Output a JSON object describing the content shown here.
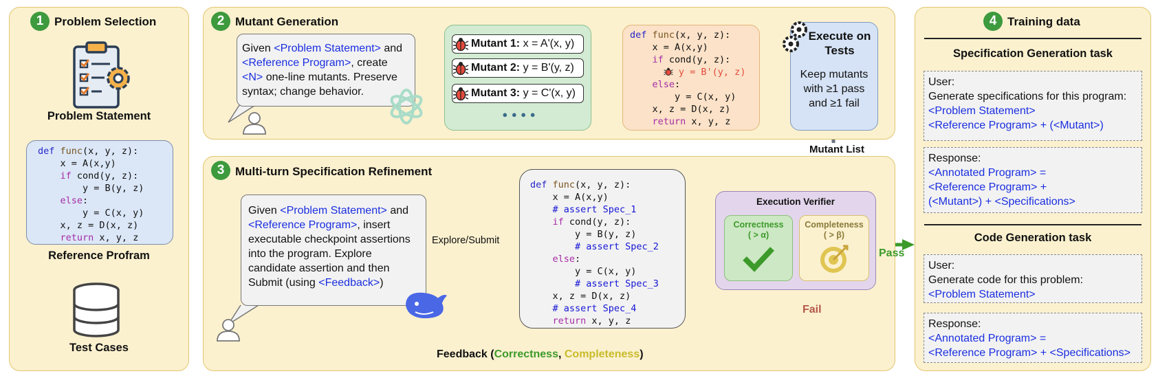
{
  "colors": {
    "panel_bg": "#fbf1cf",
    "panel_border": "#e2c56e",
    "step_green": "#3d9a3d",
    "keyword_blue": "#1a2ee0",
    "pass_green": "#3c9a2a",
    "fail_red": "#b5574a",
    "completeness_yellow": "#c9bb2a"
  },
  "panel1": {
    "number": "1",
    "title": "Problem Selection",
    "problem_statement": "Problem Statement",
    "code_lines": [
      {
        "a": "def ",
        "b": "func",
        "c": "(x, y, z):"
      },
      {
        "a": "    x = A(x,y)"
      },
      {
        "a": "    ",
        "b": "if",
        "c": " cond(y, z):"
      },
      {
        "a": "        y = B(y, z)"
      },
      {
        "a": "    ",
        "b": "else",
        "c": ":"
      },
      {
        "a": "        y = C(x, y)"
      },
      {
        "a": "    x, z = D(x, z)"
      },
      {
        "a": "    ",
        "b": "return",
        "c": " x, y, z"
      }
    ],
    "reference_program": "Reference Profram",
    "test_cases": "Test Cases",
    "icons": [
      "clipboard-gear-icon",
      "database-icon"
    ]
  },
  "panel2": {
    "number": "2",
    "title": "Mutant Generation",
    "prompt": {
      "t1": "Given ",
      "problem": "<Problem Statement>",
      "t2": " and ",
      "reference": "<Reference Program>",
      "t3": ", create ",
      "n": "<N>",
      "t4": " one-line mutants. Preserve syntax; change behavior."
    },
    "mutants": [
      {
        "label": "Mutant 1:",
        "code": "x = A'(x, y)"
      },
      {
        "label": "Mutant 2:",
        "code": "y = B'(y, z)"
      },
      {
        "label": "Mutant 3:",
        "code": "y = C'(x, y)"
      }
    ],
    "ellipsis": "● ● ● ●",
    "mutant_code": {
      "l1a": "def ",
      "l1b": "func",
      "l1c": "(x, y, z):",
      "l2": "    x = A(x,y)",
      "l3a": "    ",
      "l3b": "if",
      "l3c": " cond(y, z):",
      "l4": " y = B'(y, z)",
      "l5a": "    ",
      "l5b": "else",
      "l5c": ":",
      "l6": "        y = C(x, y)",
      "l7": "    x, z = D(x, z)",
      "l8a": "    ",
      "l8b": "return",
      "l8c": " x, y, z"
    },
    "execute_title": "Execute on Tests",
    "execute_body": "Keep mutants with ≥1 pass and ≥1 fail",
    "mutant_list": "Mutant List",
    "icons": [
      "person-icon",
      "openai-logo-icon",
      "bug-icon",
      "gears-icon"
    ]
  },
  "panel3": {
    "number": "3",
    "title": "Multi-turn Specification Refinement",
    "prompt": {
      "t1": "Given ",
      "problem": "<Problem Statement>",
      "t2": " and ",
      "reference": "<Reference Program>",
      "t3": ", insert executable checkpoint assertions into the program. Explore candidate assertion and then Submit (using ",
      "feedback": "<Feedback>",
      "t4": ")"
    },
    "explore_submit": "Explore/Submit",
    "code": {
      "l1a": "def ",
      "l1b": "func",
      "l1c": "(x, y, z):",
      "l2": "    x = A(x,y)",
      "l3": "    # assert Spec_1",
      "l4a": "    ",
      "l4b": "if",
      "l4c": " cond(y, z):",
      "l5": "        y = B(y, z)",
      "l6": "        # assert Spec_2",
      "l7a": "    ",
      "l7b": "else",
      "l7c": ":",
      "l8": "        y = C(x, y)",
      "l9": "        # assert Spec_3",
      "l10": "    x, z = D(x, z)",
      "l11": "    # assert Spec_4",
      "l12a": "    ",
      "l12b": "return",
      "l12c": " x, y, z"
    },
    "verifier_title": "Execution Verifier",
    "correctness": "Correctness",
    "correctness_cond": "( > α)",
    "completeness": "Completeness",
    "completeness_cond": "( > β)",
    "pass": "Pass",
    "fail": "Fail",
    "feedback_label": "Feedback (",
    "feedback_correctness": "Correctness",
    "feedback_sep": ", ",
    "feedback_completeness": "Completeness",
    "feedback_close": ")",
    "icons": [
      "person-icon",
      "deepseek-whale-icon",
      "checkmark-icon",
      "target-icon"
    ]
  },
  "panel4": {
    "number": "4",
    "title": "Training data",
    "spec_task": "Specification Generation task",
    "spec_user": {
      "role": "User:",
      "line1": "Generate specifications for this program:",
      "line2": "<Problem Statement>",
      "line3": "<Reference Program> + (<Mutant>)"
    },
    "spec_response": {
      "role": "Response:",
      "line1": "<Annotated Program> =",
      "line2": "<Reference Program> +",
      "line3": "(<Mutant>) + <Specifications>"
    },
    "code_task": "Code Generation task",
    "code_user": {
      "role": "User:",
      "line1": "Generate code for this problem:",
      "line2": "<Problem Statement>"
    },
    "code_response": {
      "role": "Response:",
      "line1": "<Annotated Program> =",
      "line2": "<Reference Program> + <Specifications>"
    }
  }
}
